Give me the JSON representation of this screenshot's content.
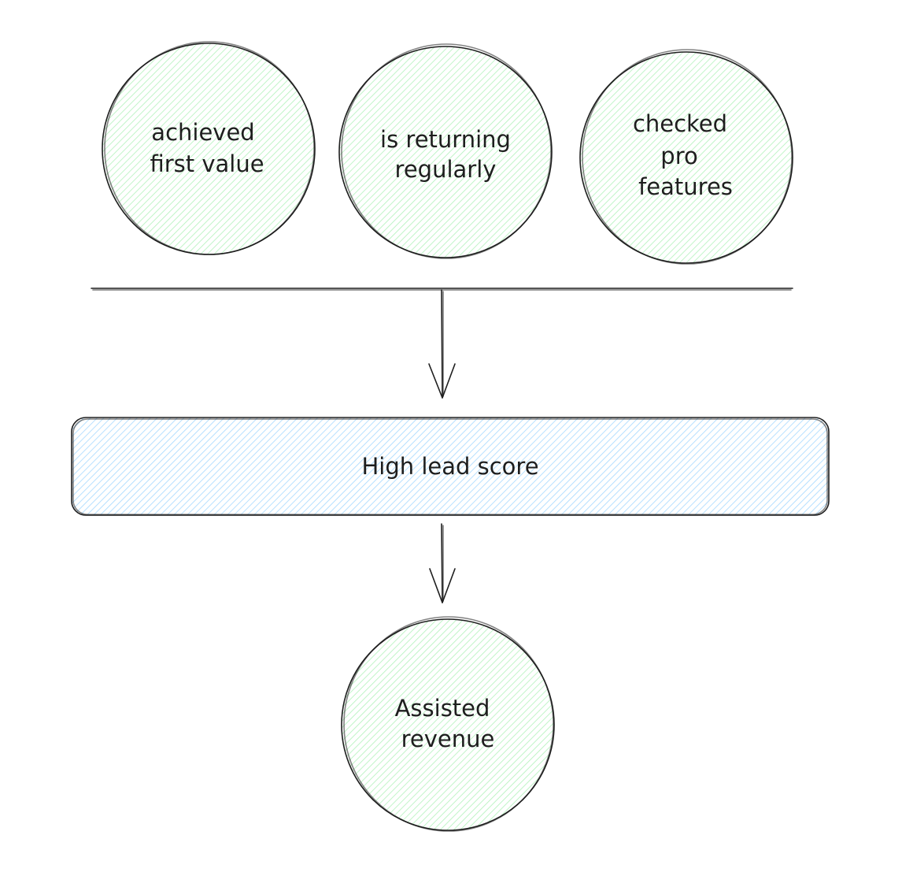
{
  "circles": {
    "first_value": {
      "line1": "achieved",
      "line2": "first value"
    },
    "returning": {
      "line1": "is returning",
      "line2": "regularly"
    },
    "pro_features": {
      "line1": "checked",
      "line2": "pro",
      "line3": "features"
    },
    "revenue": {
      "line1": "Assisted",
      "line2": "revenue"
    }
  },
  "score_box": {
    "label": "High lead score"
  },
  "colors": {
    "green_hatch": "#b2f2bb",
    "blue_hatch": "#a5d8ff",
    "stroke": "#1e1e1e",
    "background": "#ffffff"
  }
}
